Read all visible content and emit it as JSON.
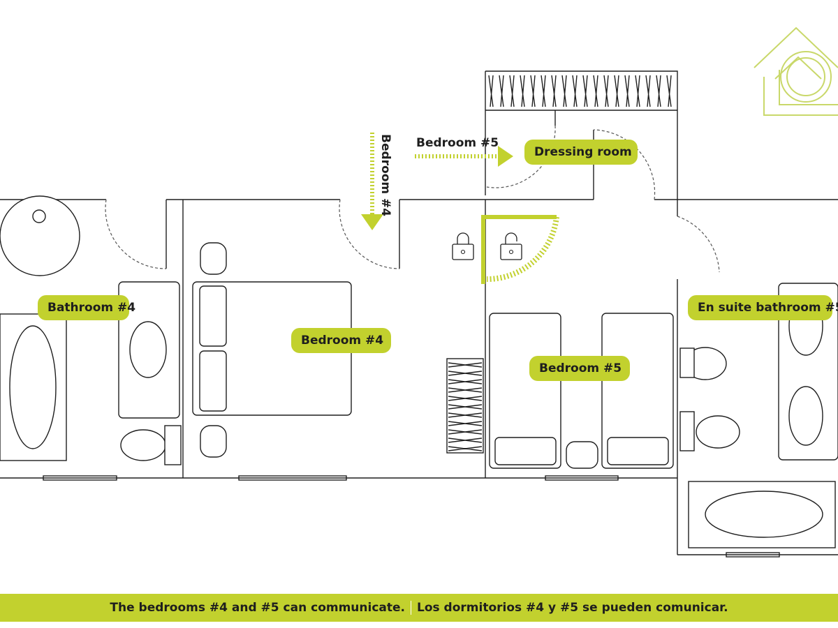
{
  "colors": {
    "accent": "#c2d12e",
    "line": "#1e1e1e",
    "dashed": "#555555",
    "background": "#ffffff",
    "logo": "#c9d86a"
  },
  "icons": {
    "logo": "house-logo-icon",
    "locked": "padlock-locked-icon",
    "unlocked": "padlock-unlocked-icon"
  },
  "rooms": {
    "bathroom4": "Bathroom #4",
    "bedroom4": "Bedroom #4",
    "bedroom5": "Bedroom #5",
    "ensuite5": "En suite bathroom #5",
    "dressing": "Dressing room"
  },
  "arrows": {
    "to_bedroom4": "Bedroom #4",
    "to_bedroom5": "Bedroom #5"
  },
  "footer": {
    "english": "The bedrooms #4 and #5 can communicate.",
    "spanish": "Los dormitorios #4 y #5 se pueden comunicar."
  }
}
